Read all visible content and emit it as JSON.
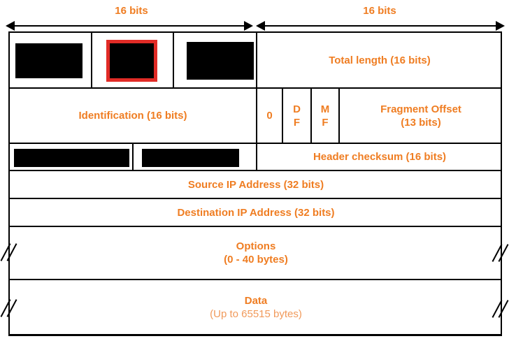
{
  "title": "IPv4 header format diagram",
  "colors": {
    "accent_orange": "#EF7D22",
    "light_orange": "#F19A5B",
    "highlight_red": "#E12B26",
    "line_black": "#000000"
  },
  "width_labels": {
    "left": "16 bits",
    "right": "16 bits"
  },
  "fields": {
    "total_length": "Total length (16 bits)",
    "identification": "Identification (16 bits)",
    "flag_zero": "0",
    "flag_df_line1": "D",
    "flag_df_line2": "F",
    "flag_mf_line1": "M",
    "flag_mf_line2": "F",
    "fragment_offset_line1": "Fragment Offset",
    "fragment_offset_line2": "(13 bits)",
    "header_checksum": "Header checksum (16 bits)",
    "source_ip": "Source IP Address (32 bits)",
    "destination_ip": "Destination IP Address (32 bits)",
    "options_line1": "Options",
    "options_line2": "(0 - 40 bytes)",
    "data_line1": "Data",
    "data_line2": "(Up to 65515 bytes)"
  },
  "redacted_fields_count": 5
}
